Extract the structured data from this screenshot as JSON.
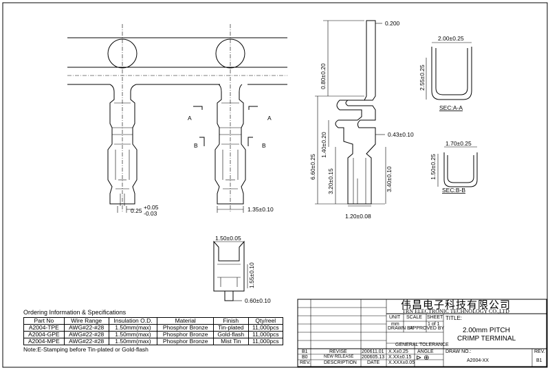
{
  "dimensions": {
    "d0200": "0.200",
    "d080": "0.80±0.20",
    "d660": "6.60±0.25",
    "d140": "1.40±0.20",
    "d043": "0.43±0.10",
    "d320": "3.20±0.15",
    "d340": "3.40±0.10",
    "d120": "1.20±0.08",
    "d025_main": "0.25",
    "d025_up": "+0.05",
    "d025_dn": "-0.03",
    "d135": "1.35±0.10",
    "d150": "1.50±0.05",
    "d155": "1.55±0.10",
    "d060": "0.60±0.10",
    "sa_w": "2.00±0.25",
    "sa_h": "2.55±0.25",
    "sb_w": "1.70±0.25",
    "sb_h": "1.50±0.25"
  },
  "labels": {
    "A": "A",
    "B": "B",
    "sec_a": "SEC:A-A",
    "sec_b": "SEC:B-B"
  },
  "spec": {
    "title": "Ordering Information & Specifications",
    "headers": [
      "Part No",
      "Wire Range",
      "Insulation O.D.",
      "Material",
      "Finish",
      "Qty/reel"
    ],
    "rows": [
      [
        "A2004-TPE",
        "AWG#22-#28",
        "1.50mm(max)",
        "Phosphor Bronze",
        "Tin-plated",
        "11,000pcs"
      ],
      [
        "A2004-GPE",
        "AWG#22-#28",
        "1.50mm(max)",
        "Phosphor Bronze",
        "Gold-flash",
        "11,000pcs"
      ],
      [
        "A2004-MPE",
        "AWG#22-#28",
        "1.50mm(max)",
        "Phosphor Bronze",
        "Mist Tin",
        "11,000pcs"
      ]
    ],
    "note": "Note:E-Stamping before Tin-plated or Gold-flash"
  },
  "titleblock": {
    "company_cn": "伟昌电子科技有限公司",
    "company_en": "TRN ELECTRONIC TECHNOLOGY CO.,LTD",
    "unit": "UNIT",
    "scale": "SCALE",
    "sheet": "SHEET",
    "title_label": "TITLE:",
    "mm": "mm",
    "sheet_val": "1 of 1",
    "drawn_by": "DRAWN BY",
    "approved_by": "APPROVED BY",
    "gen_tol": "GENERAL TOLERANCE",
    "title_line1": "2.00mm PITCH",
    "title_line2": "CRIMP TERMINAL",
    "tol1": "X.X±0.25",
    "tol2": "X.XX±0.15",
    "tol3": "X.XXX±0.05",
    "angle": "ANGLE",
    "drawno_label": "DRAW NO.:",
    "drawno": "A2004-XX",
    "rev_label": "REV.",
    "rev_val": "B1",
    "rev_rows": [
      {
        "rev": "B1",
        "desc": "REVISE",
        "date": "200611.01"
      },
      {
        "rev": "B0",
        "desc": "NEW RELEASE",
        "date": "200605.13"
      }
    ],
    "rev_hdr": "REV.",
    "desc_hdr": "DESCRIPTION",
    "date_hdr": "DATE"
  }
}
